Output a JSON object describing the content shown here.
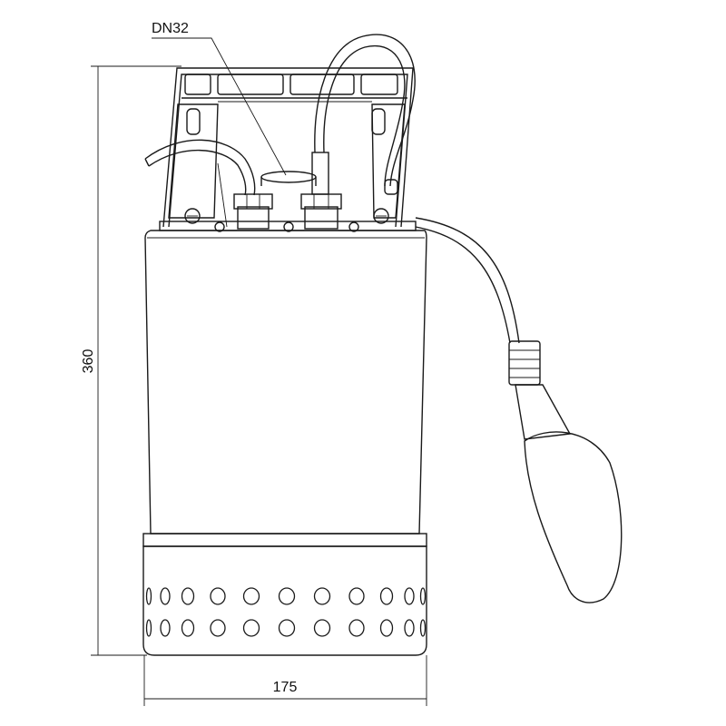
{
  "labels": {
    "outlet": "DN32",
    "height": "360",
    "width": "175"
  },
  "colors": {
    "line": "#1a1a1a",
    "background": "#ffffff"
  }
}
